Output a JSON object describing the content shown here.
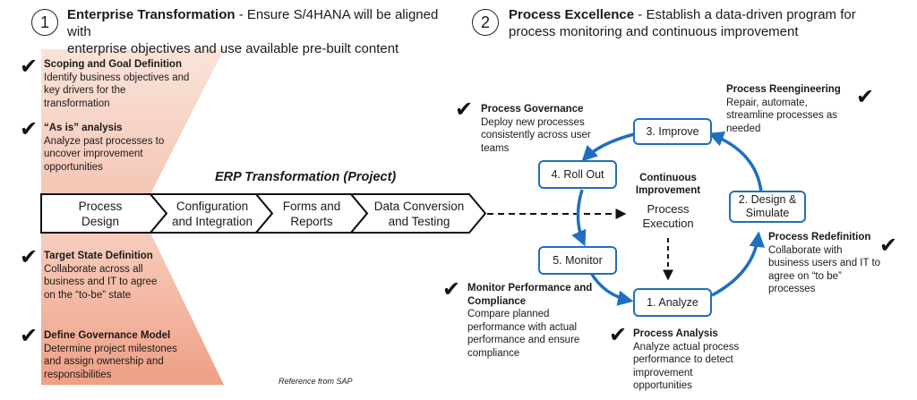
{
  "left_section": {
    "number": "1",
    "title": "Enterprise Transformation",
    "subtitle_line1": " - Ensure S/4HANA will be aligned with",
    "subtitle_line2": "enterprise objectives and use available pre-built content"
  },
  "right_section": {
    "number": "2",
    "title": "Process Excellence",
    "subtitle_line1": " - Establish a data-driven program for",
    "subtitle_line2": "process monitoring and continuous improvement"
  },
  "checkmark": "✔",
  "left_notes": [
    {
      "title": "Scoping and Goal Definition",
      "lines": [
        "Identify business objectives and",
        "key drivers for the",
        "transformation"
      ]
    },
    {
      "title": "“As is” analysis",
      "lines": [
        "Analyze past processes to",
        "uncover improvement",
        "opportunities"
      ]
    },
    {
      "title": "Target State Definition",
      "lines": [
        "Collaborate across all",
        "business and IT to agree",
        "on the “to-be” state"
      ]
    },
    {
      "title": "Define Governance Model",
      "lines": [
        "Determine project milestones",
        "and assign ownership and",
        "responsibilities"
      ]
    }
  ],
  "erp_title": "ERP Transformation (Project)",
  "stages": [
    {
      "line1": "Process",
      "line2": "Design"
    },
    {
      "line1": "Configuration",
      "line2": "and Integration"
    },
    {
      "line1": "Forms and",
      "line2": "Reports"
    },
    {
      "line1": "Data Conversion",
      "line2": "and Testing"
    }
  ],
  "reference": "Reference from SAP",
  "cycle": {
    "center_title_line1": "Continuous",
    "center_title_line2": "Improvement",
    "center_sub_line1": "Process",
    "center_sub_line2": "Execution",
    "boxes": {
      "improve": "3. Improve",
      "rollout": "4. Roll Out",
      "design_line1": "2. Design &",
      "design_line2": "Simulate",
      "monitor": "5. Monitor",
      "analyze": "1. Analyze"
    }
  },
  "right_notes": {
    "governance": {
      "title": "Process Governance",
      "lines": [
        "Deploy new processes",
        "consistently across user",
        "teams"
      ]
    },
    "reengineering": {
      "title": "Process Reengineering",
      "lines": [
        "Repair, automate,",
        "streamline processes as",
        "needed"
      ]
    },
    "redefinition": {
      "title": "Process Redefinition",
      "lines": [
        "Collaborate with",
        "business users and IT to",
        "agree on “to be”",
        "processes"
      ]
    },
    "monitor_perf": {
      "title_line1": "Monitor Performance and",
      "title_line2": "Compliance",
      "lines": [
        "Compare planned",
        "performance with actual",
        "performance and ensure",
        "compliance"
      ]
    },
    "analysis": {
      "title": "Process Analysis",
      "lines": [
        "Analyze actual process",
        "performance to detect",
        "improvement",
        "opportunities"
      ]
    }
  },
  "colors": {
    "funnel_top": "#f9d9cc",
    "funnel_bottom": "#f0a68c",
    "cycle_blue": "#1f6fc0"
  }
}
